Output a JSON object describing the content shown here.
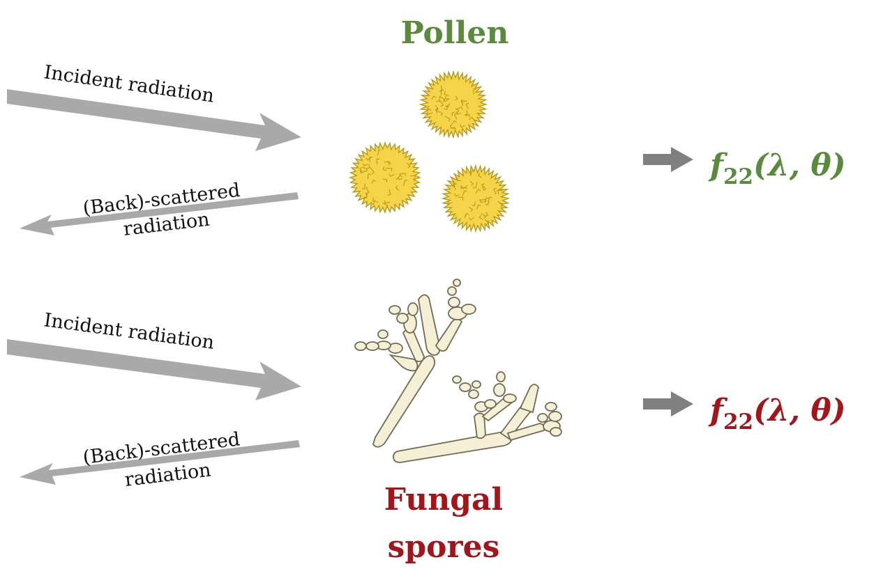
{
  "colors": {
    "pollen": "#5a8a3c",
    "fungal": "#a3151b",
    "arrow_gray": "#a9a9a9",
    "arrow_dark": "#808080",
    "pollen_fill": "#f6d44a",
    "pollen_stroke": "#b59a1c",
    "hypha_fill": "#f5efd5",
    "hypha_stroke": "#6f6a55"
  },
  "pollen_section": {
    "title": "Pollen",
    "incident_label": "Incident radiation",
    "scattered_label_line1": "(Back)-scattered",
    "scattered_label_line2": "radiation",
    "formula": {
      "symbol": "f",
      "subscript": "22",
      "args": "(λ, θ)"
    },
    "icons": [
      "pollen-grain-icon",
      "pollen-grain-icon",
      "pollen-grain-icon",
      "arrow-right-icon"
    ]
  },
  "fungal_section": {
    "title_line1": "Fungal",
    "title_line2": "spores",
    "incident_label": "Incident radiation",
    "scattered_label_line1": "(Back)-scattered",
    "scattered_label_line2": "radiation",
    "formula": {
      "symbol": "f",
      "subscript": "22",
      "args": "(λ, θ)"
    },
    "icons": [
      "fungal-hyphae-icon",
      "arrow-right-icon"
    ]
  }
}
